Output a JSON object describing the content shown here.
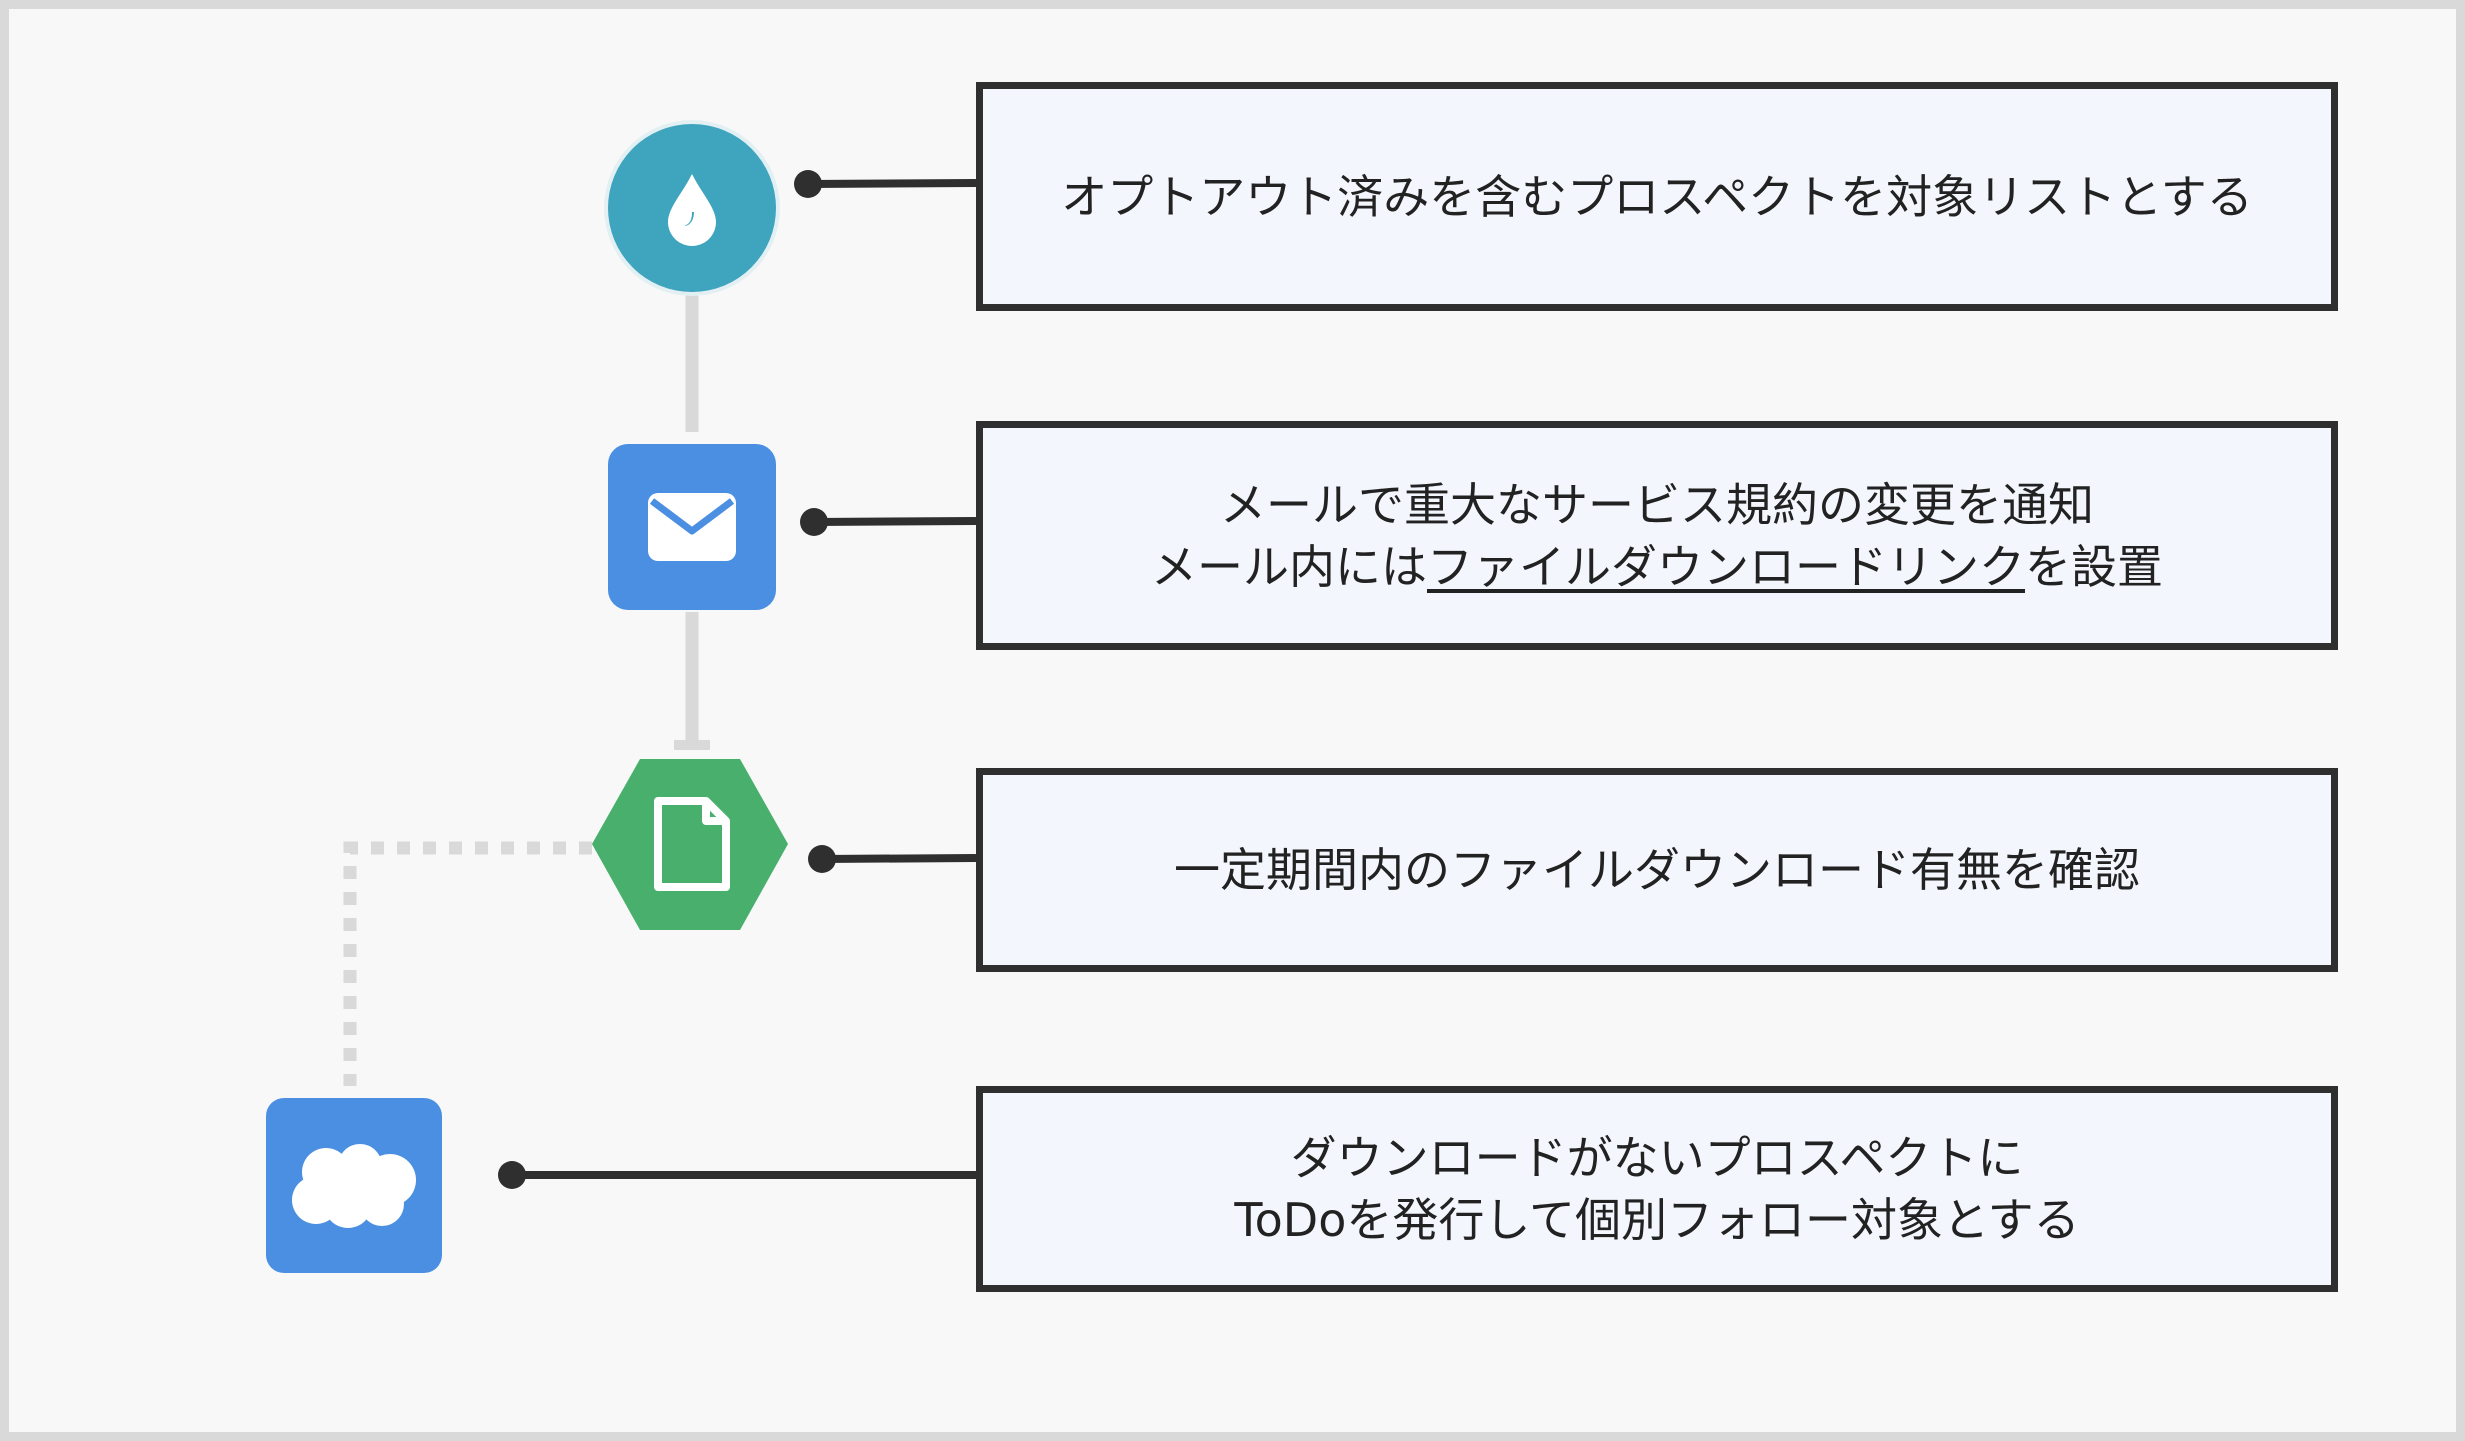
{
  "steps": [
    {
      "icon": "water-drop-icon",
      "line1": "オプトアウト済みを含むプロスペクトを対象リストとする"
    },
    {
      "icon": "envelope-icon",
      "line1": "メールで重大なサービス規約の変更を通知",
      "line2_before": "メール内には",
      "line2_link": "ファイルダウンロードリンク",
      "line2_after": "を設置"
    },
    {
      "icon": "document-icon",
      "line1": "一定期間内のファイルダウンロード有無を確認"
    },
    {
      "icon": "cloud-icon",
      "line1": "ダウンロードがないプロスペクトに",
      "line2": "ToDoを発行して個別フォロー対象とする"
    }
  ],
  "colors": {
    "drop_node": "#3fa4bd",
    "mail_node": "#4b8fe3",
    "file_node": "#48b06c",
    "salesforce_node": "#4b8fe3",
    "box_fill": "#f3f7fd",
    "box_border": "#2f2f2f",
    "connector": "#2f2f2f",
    "flow_line": "#d9d9d9"
  }
}
